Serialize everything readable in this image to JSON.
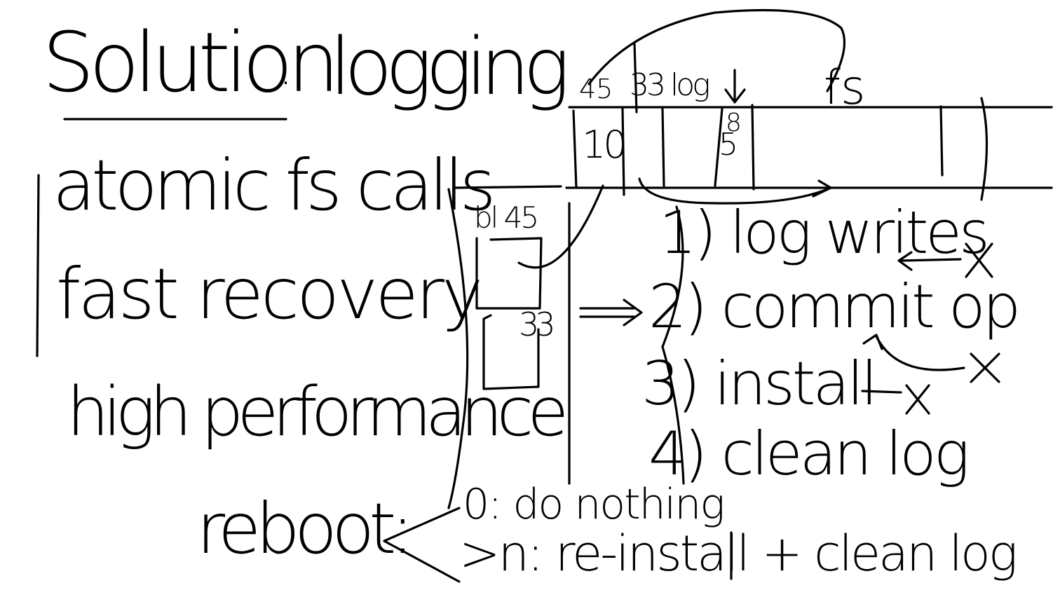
{
  "title": "Solution",
  "title_sep": ".",
  "title_topic": "logging",
  "goals": [
    "atomic fs calls",
    "fast recovery",
    "high performance"
  ],
  "disk": {
    "label_45": "45",
    "label_log": "33 log",
    "label_fs": "fs",
    "cell_10": "10",
    "cell_5": "5",
    "cell_8": "8"
  },
  "log": {
    "block_label": "bl 45",
    "entry_33": "33"
  },
  "steps": [
    "1) log writes",
    "2) commit op",
    "3) install",
    "4) clean log"
  ],
  "crash_mark": "X",
  "reboot": {
    "label": "reboot:",
    "case_0": "0: do nothing",
    "case_n": ">n: re-install + clean log"
  }
}
